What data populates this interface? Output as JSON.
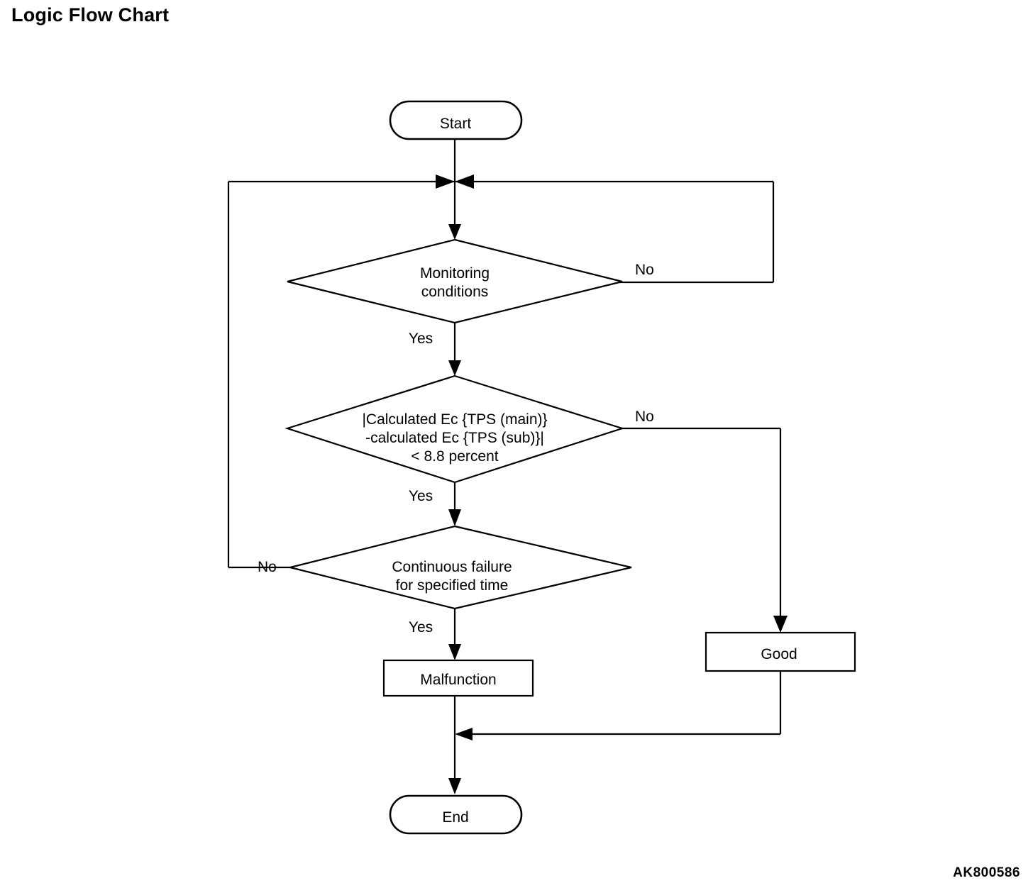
{
  "page": {
    "title": "Logic Flow Chart",
    "figure_code": "AK800586",
    "background_color": "#ffffff",
    "line_color": "#000000"
  },
  "chart_data": {
    "type": "flowchart",
    "title": "Logic Flow Chart",
    "nodes": [
      {
        "id": "start",
        "shape": "stadium",
        "text": "Start"
      },
      {
        "id": "decision1",
        "shape": "diamond",
        "text": "Monitoring conditions",
        "lines": [
          "Monitoring",
          "conditions"
        ]
      },
      {
        "id": "decision2",
        "shape": "diamond",
        "text": "|Calculated Ec {TPS (main)} -calculated Ec {TPS (sub)}| < 8.8 percent",
        "lines": [
          "|Calculated Ec {TPS (main)}",
          "-calculated Ec {TPS (sub)}|",
          "< 8.8 percent"
        ]
      },
      {
        "id": "decision3",
        "shape": "diamond",
        "text": "Continuous failure for specified time",
        "lines": [
          "Continuous failure",
          "for specified time"
        ]
      },
      {
        "id": "malfunction",
        "shape": "rectangle",
        "text": "Malfunction"
      },
      {
        "id": "good",
        "shape": "rectangle",
        "text": "Good"
      },
      {
        "id": "end",
        "shape": "stadium",
        "text": "End"
      }
    ],
    "edges": [
      {
        "from": "start",
        "to": "decision1",
        "label": ""
      },
      {
        "from": "decision1",
        "to": "decision2",
        "label": "Yes"
      },
      {
        "from": "decision1",
        "to": "loop-top",
        "label": "No"
      },
      {
        "from": "decision2",
        "to": "decision3",
        "label": "Yes"
      },
      {
        "from": "decision2",
        "to": "good",
        "label": "No"
      },
      {
        "from": "decision3",
        "to": "malfunction",
        "label": "Yes"
      },
      {
        "from": "decision3",
        "to": "loop-top",
        "label": "No"
      },
      {
        "from": "malfunction",
        "to": "end",
        "label": ""
      },
      {
        "from": "good",
        "to": "end",
        "label": ""
      }
    ],
    "branch_labels": {
      "d1_no": "No",
      "d1_yes": "Yes",
      "d2_no": "No",
      "d2_yes": "Yes",
      "d3_no": "No",
      "d3_yes": "Yes"
    }
  }
}
